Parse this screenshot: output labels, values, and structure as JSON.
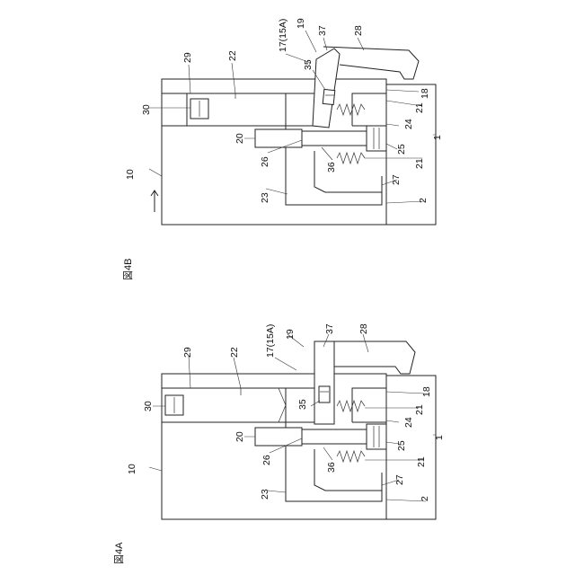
{
  "figures": [
    {
      "id": "4A",
      "title": "図4A",
      "labels": {
        "l10": "10",
        "l30": "30",
        "l29": "29",
        "l22": "22",
        "l19": "19",
        "l17": "17(15A)",
        "l37": "37",
        "l28": "28",
        "l35": "35",
        "l20": "20",
        "l26": "26",
        "l36": "36",
        "l23": "23",
        "l27": "27",
        "l2": "2",
        "l21a": "21",
        "l21b": "21",
        "l24": "24",
        "l25": "25",
        "l18": "18",
        "l1": "1"
      }
    },
    {
      "id": "4B",
      "title": "図4B",
      "labels": {
        "l10": "10",
        "l30": "30",
        "l29": "29",
        "l22": "22",
        "l19": "19",
        "l17": "17(15A)",
        "l37": "37",
        "l28": "28",
        "l35": "35",
        "l20": "20",
        "l26": "26",
        "l36": "36",
        "l23": "23",
        "l27": "27",
        "l2": "2",
        "l21a": "21",
        "l21b": "21",
        "l24": "24",
        "l25": "25",
        "l18": "18",
        "l1": "1"
      }
    }
  ]
}
